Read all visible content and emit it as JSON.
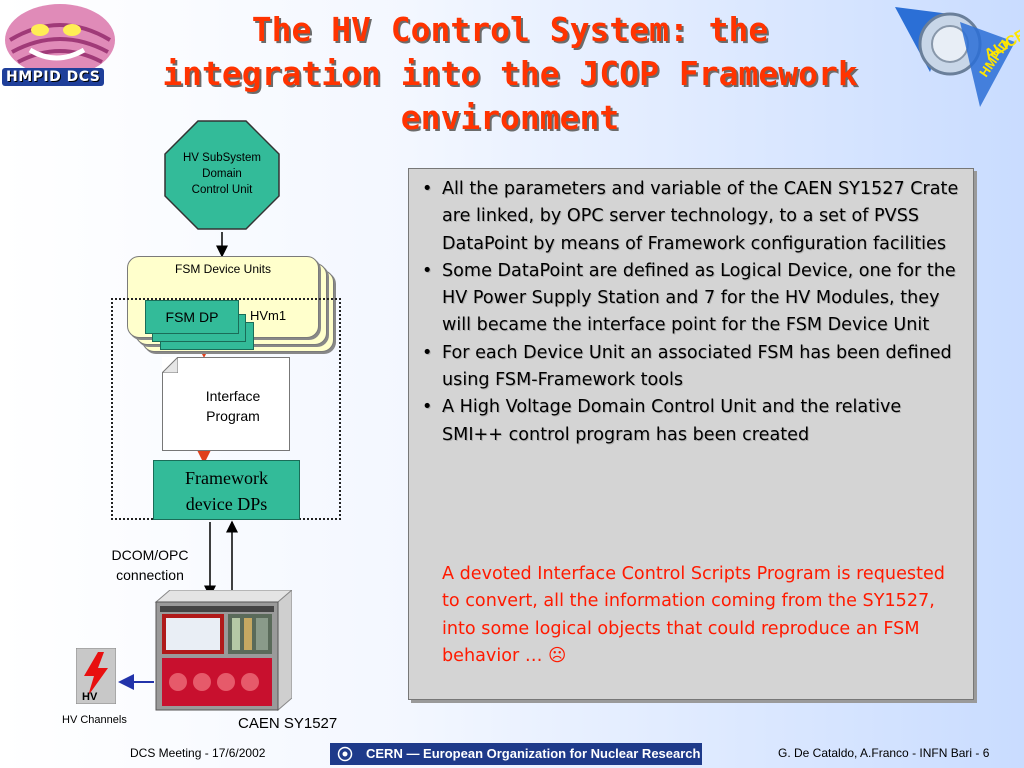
{
  "header": {
    "title_line1": "The HV Control System: the",
    "title_line2": "integration into the JCOP Framework",
    "title_line3": "environment",
    "logo_left_text": "HMPID DCS",
    "logo_right_text1": "ALICE",
    "logo_right_text2": "HMPID"
  },
  "diagram": {
    "domain_unit_line1": "HV SubSystem",
    "domain_unit_line2": "Domain",
    "domain_unit_line3": "Control Unit",
    "fsm_device_units": "FSM Device Units",
    "fsm_dp": "FSM DP",
    "hvm1": "HVm1",
    "interface_line1": "Interface",
    "interface_line2": "Program",
    "framework_line1": "Framework",
    "framework_line2": "device DPs",
    "dcom_line1": "DCOM/OPC",
    "dcom_line2": "connection",
    "caen": "CAEN SY1527",
    "hv_icon_text": "HV",
    "hv_channels": "HV Channels"
  },
  "bullets": [
    "All the parameters and variable of the CAEN SY1527 Crate are linked, by OPC server technology, to a set of PVSS DataPoint by means of Framework configuration facilities",
    "Some DataPoint are defined as Logical Device, one for the HV Power Supply Station and  7 for the HV Modules, they will became the interface point for the FSM Device Unit",
    "For each Device Unit an associated FSM has been defined using FSM-Framework tools",
    "A High Voltage Domain Control Unit and the relative SMI++ control program has been created"
  ],
  "bullet_symbol": "•",
  "note": "A devoted Interface Control Scripts Program is requested to convert, all the information coming from the SY1527, into some logical objects that could reproduce an FSM behavior … ☹",
  "footer": {
    "left": "DCS Meeting - 17/6/2002",
    "center": "CERN — European Organization for Nuclear Research",
    "right": "G. De Cataldo, A.Franco -  INFN Bari - 6"
  },
  "colors": {
    "title": "#ff3300",
    "note": "#ff1a00",
    "dp_green": "#33bb99",
    "card_yellow": "#ffffcc",
    "footer_blue": "#1e3a8a"
  }
}
